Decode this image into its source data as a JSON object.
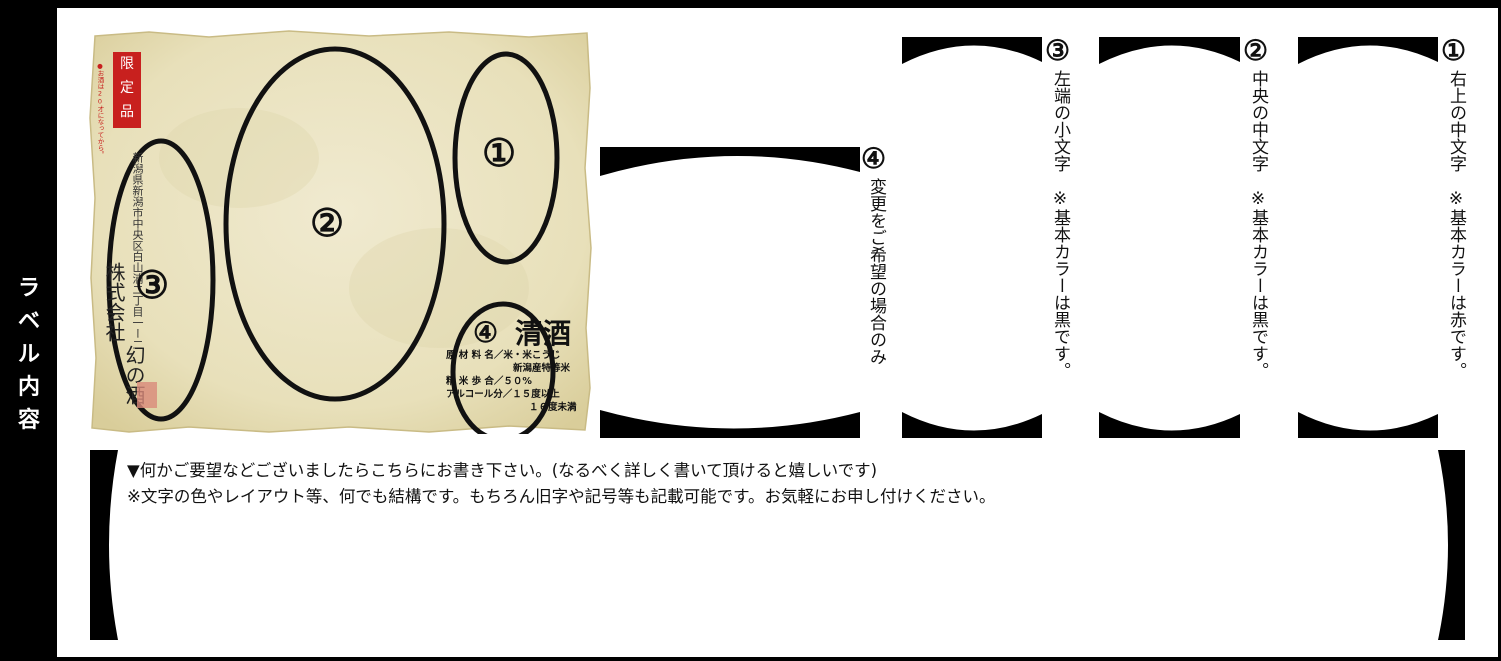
{
  "side_label": [
    "ラ",
    "ベ",
    "ル",
    "内",
    "容"
  ],
  "label_image": {
    "badge": [
      "限",
      "定",
      "品"
    ],
    "age_note": "●お酒は20才になってから。",
    "address": "新潟県新潟市中央区白山浦二丁目一ー二",
    "company": "株式会社",
    "brand": "幻の酒",
    "product": "清酒",
    "specs": [
      "原 材 料 名／米・米こうじ",
      "新潟産特等米",
      "精 米 歩 合／５０%",
      "アルコール分／１５度以上",
      "１６度未満"
    ],
    "markers": {
      "m1": "①",
      "m2": "②",
      "m3": "③",
      "m4": "④"
    }
  },
  "notes": [
    {
      "num": "④",
      "text": "変更をご希望の場合のみ"
    },
    {
      "num": "③",
      "text": "左端の小文字　※基本カラーは黒です。"
    },
    {
      "num": "②",
      "text": "中央の中文字　※基本カラーは黒です。"
    },
    {
      "num": "①",
      "text": "右上の中文字　※基本カラーは赤です。"
    }
  ],
  "remarks": {
    "line1": "▼何かご要望などございましたらこちらにお書き下さい。(なるべく詳しく書いて頂けると嬉しいです)",
    "line2": "※文字の色やレイアウト等、何でも結構です。もちろん旧字や記号等も記載可能です。お気軽にお申し付けください。"
  },
  "colors": {
    "badge_red": "#c8201e",
    "paper": "#e9e2bf",
    "frame": "#000000"
  }
}
